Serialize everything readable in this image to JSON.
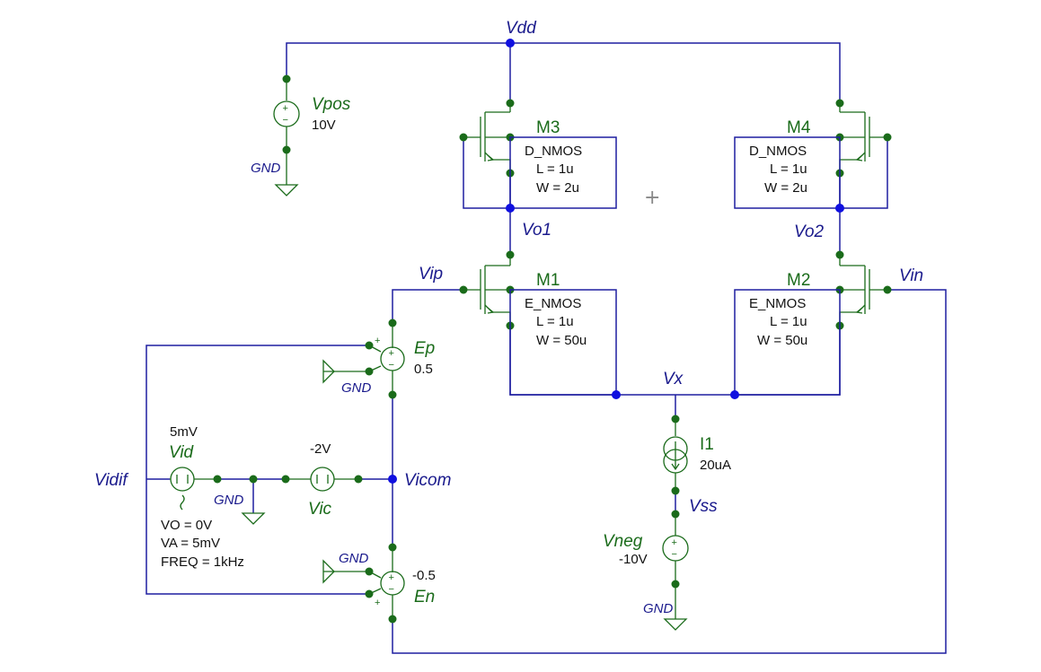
{
  "nets": {
    "vdd": "Vdd",
    "vo1": "Vo1",
    "vo2": "Vo2",
    "vip": "Vip",
    "vin": "Vin",
    "vx": "Vx",
    "vss": "Vss",
    "vidif": "Vidif",
    "vicom": "Vicom",
    "gnd": "GND"
  },
  "transistors": {
    "m3": {
      "ref": "M3",
      "model": "D_NMOS",
      "l": "L = 1u",
      "w": "W = 2u"
    },
    "m4": {
      "ref": "M4",
      "model": "D_NMOS",
      "l": "L = 1u",
      "w": "W = 2u"
    },
    "m1": {
      "ref": "M1",
      "model": "E_NMOS",
      "l": "L = 1u",
      "w": "W = 50u"
    },
    "m2": {
      "ref": "M2",
      "model": "E_NMOS",
      "l": "L = 1u",
      "w": "W = 50u"
    }
  },
  "sources": {
    "vpos": {
      "ref": "Vpos",
      "value": "10V"
    },
    "vneg": {
      "ref": "Vneg",
      "value": "-10V"
    },
    "i1": {
      "ref": "I1",
      "value": "20uA"
    },
    "ep": {
      "ref": "Ep",
      "value": "0.5"
    },
    "en": {
      "ref": "En",
      "value": "-0.5"
    },
    "vic": {
      "ref": "Vic",
      "value": "-2V"
    },
    "vid": {
      "ref": "Vid",
      "value": "5mV",
      "vo": "VO = 0V",
      "va": "VA = 5mV",
      "freq": "FREQ = 1kHz"
    }
  },
  "signs": {
    "plus": "+",
    "minus": "−"
  },
  "cursor": "+",
  "colors": {
    "wire": "#1f1fa0",
    "component": "#1a6b1a",
    "node": "#1010e0"
  }
}
